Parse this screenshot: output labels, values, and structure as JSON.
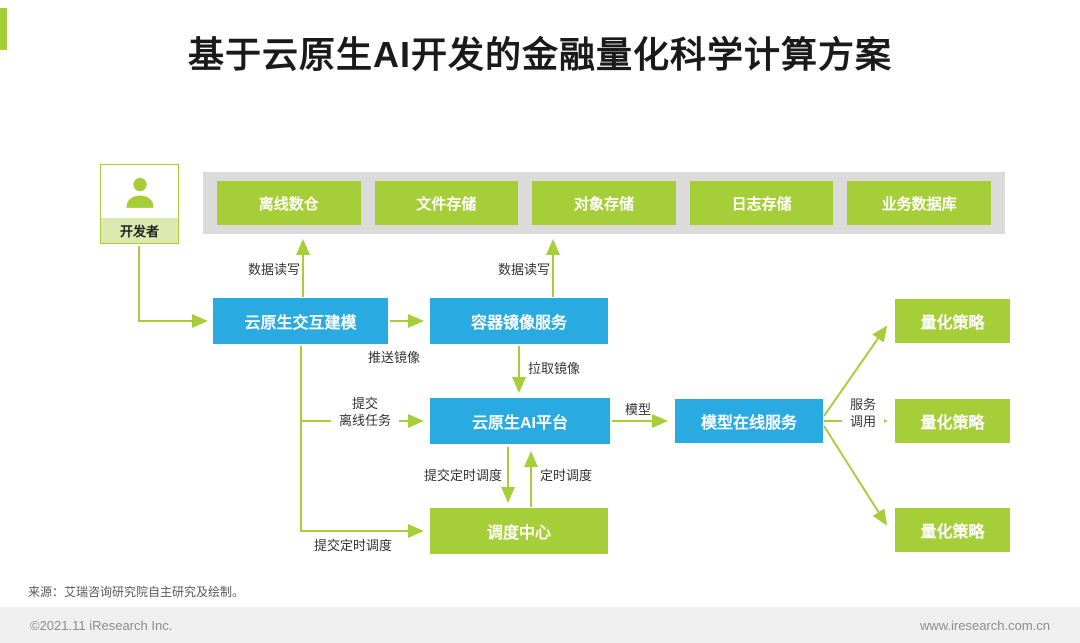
{
  "colors": {
    "green": "#A6CE39",
    "blue": "#29ABE2",
    "band_gray": "#DBDBDB",
    "footer_gray": "#EFEFEF"
  },
  "title": "基于云原生AI开发的金融量化科学计算方案",
  "developer": {
    "label": "开发者"
  },
  "storage": [
    "离线数仓",
    "文件存储",
    "对象存储",
    "日志存储",
    "业务数据库"
  ],
  "nodes": {
    "modeling": "云原生交互建模",
    "container_image": "容器镜像服务",
    "ai_platform": "云原生AI平台",
    "model_service": "模型在线服务",
    "scheduler": "调度中心",
    "strategies": [
      "量化策略",
      "量化策略",
      "量化策略"
    ]
  },
  "edges": {
    "data_rw_left": "数据读写",
    "data_rw_right": "数据读写",
    "push_image": "推送镜像",
    "pull_image": "拉取镜像",
    "submit_offline": "提交\n离线任务",
    "model": "模型",
    "submit_cron": "提交定时调度",
    "cron": "定时调度",
    "submit_cron_bottom": "提交定时调度",
    "service_call": "服务\n调用"
  },
  "source": "来源：艾瑞咨询研究院自主研究及绘制。",
  "footer": {
    "left": "©2021.11 iResearch Inc.",
    "right": "www.iresearch.com.cn"
  }
}
